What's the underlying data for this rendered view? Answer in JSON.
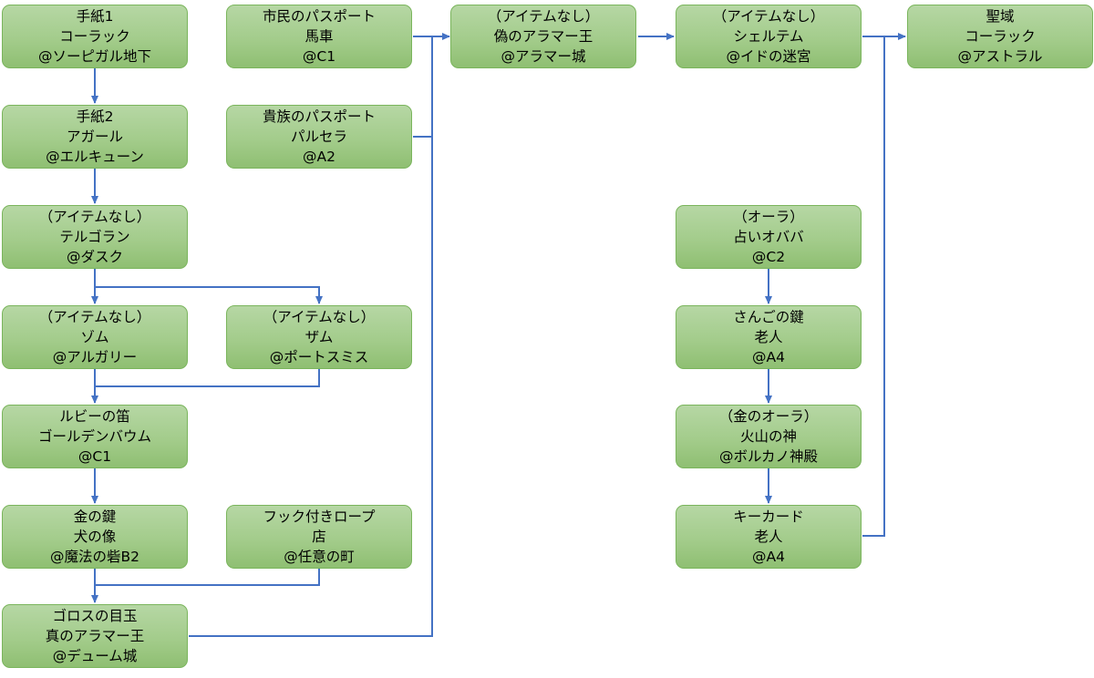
{
  "nodes": [
    {
      "id": "n1",
      "lines": [
        "手紙1",
        "コーラック",
        "@ソーピガル地下"
      ]
    },
    {
      "id": "n2",
      "lines": [
        "手紙2",
        "アガール",
        "@エルキューン"
      ]
    },
    {
      "id": "n3",
      "lines": [
        "（アイテムなし）",
        "テルゴラン",
        "@ダスク"
      ]
    },
    {
      "id": "n4",
      "lines": [
        "（アイテムなし）",
        "ゾム",
        "@アルガリー"
      ]
    },
    {
      "id": "n5",
      "lines": [
        "（アイテムなし）",
        "ザム",
        "@ポートスミス"
      ]
    },
    {
      "id": "n6",
      "lines": [
        "ルビーの笛",
        "ゴールデンバウム",
        "@C1"
      ]
    },
    {
      "id": "n7",
      "lines": [
        "金の鍵",
        "犬の像",
        "@魔法の砦B2"
      ]
    },
    {
      "id": "n8",
      "lines": [
        "フック付きロープ",
        "店",
        "@任意の町"
      ]
    },
    {
      "id": "n9",
      "lines": [
        "ゴロスの目玉",
        "真のアラマー王",
        "@デューム城"
      ]
    },
    {
      "id": "n10",
      "lines": [
        "市民のパスポート",
        "馬車",
        "@C1"
      ]
    },
    {
      "id": "n11",
      "lines": [
        "貴族のパスポート",
        "パルセラ",
        "@A2"
      ]
    },
    {
      "id": "n12",
      "lines": [
        "（アイテムなし）",
        "偽のアラマー王",
        "@アラマー城"
      ]
    },
    {
      "id": "n13",
      "lines": [
        "（アイテムなし）",
        "シェルテム",
        "@イドの迷宮"
      ]
    },
    {
      "id": "n14",
      "lines": [
        "聖域",
        "コーラック",
        "@アストラル"
      ]
    },
    {
      "id": "n15",
      "lines": [
        "（オーラ）",
        "占いオババ",
        "@C2"
      ]
    },
    {
      "id": "n16",
      "lines": [
        "さんごの鍵",
        "老人",
        "@A4"
      ]
    },
    {
      "id": "n17",
      "lines": [
        "（金のオーラ）",
        "火山の神",
        "@ボルカノ神殿"
      ]
    },
    {
      "id": "n18",
      "lines": [
        "キーカード",
        "老人",
        "@A4"
      ]
    }
  ],
  "colors": {
    "node_fill": "#a3cc8b",
    "node_border": "#7ab55c",
    "connector": "#4472c4"
  }
}
